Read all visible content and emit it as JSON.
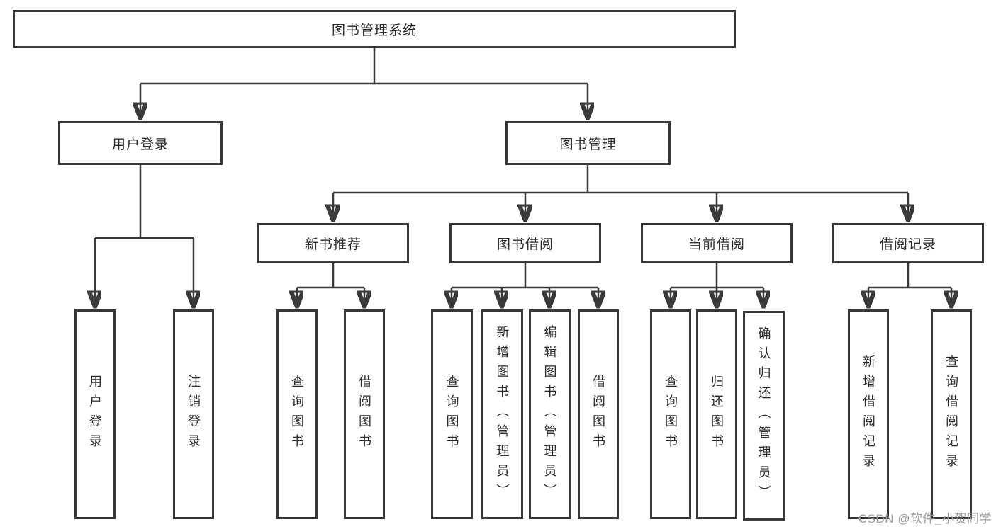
{
  "diagram": {
    "title": "图书管理系统",
    "nodes": {
      "root": "图书管理系统",
      "user_login": "用户登录",
      "book_mgmt": "图书管理",
      "new_book_rec": "新书推荐",
      "book_borrow": "图书借阅",
      "current_borrow": "当前借阅",
      "borrow_records": "借阅记录"
    },
    "leaves": {
      "user_login": [
        "用户登录",
        "注销登录"
      ],
      "new_book_rec": [
        "查询图书",
        "借阅图书"
      ],
      "book_borrow": [
        "查询图书",
        "新增图书（管理员）",
        "编辑图书（管理员）",
        "借阅图书"
      ],
      "current_borrow": [
        "查询图书",
        "归还图书",
        "确认归还（管理员）"
      ],
      "borrow_records": [
        "新增借阅记录",
        "查询借阅记录"
      ]
    }
  },
  "watermark": "CSDN @软件_小贺同学",
  "colors": {
    "line": "#3a3a3a",
    "box_border": "#383838",
    "box_fill": "#ffffff",
    "text": "#2b2b2b",
    "watermark": "#9b9b9b",
    "background": "#ffffff"
  }
}
